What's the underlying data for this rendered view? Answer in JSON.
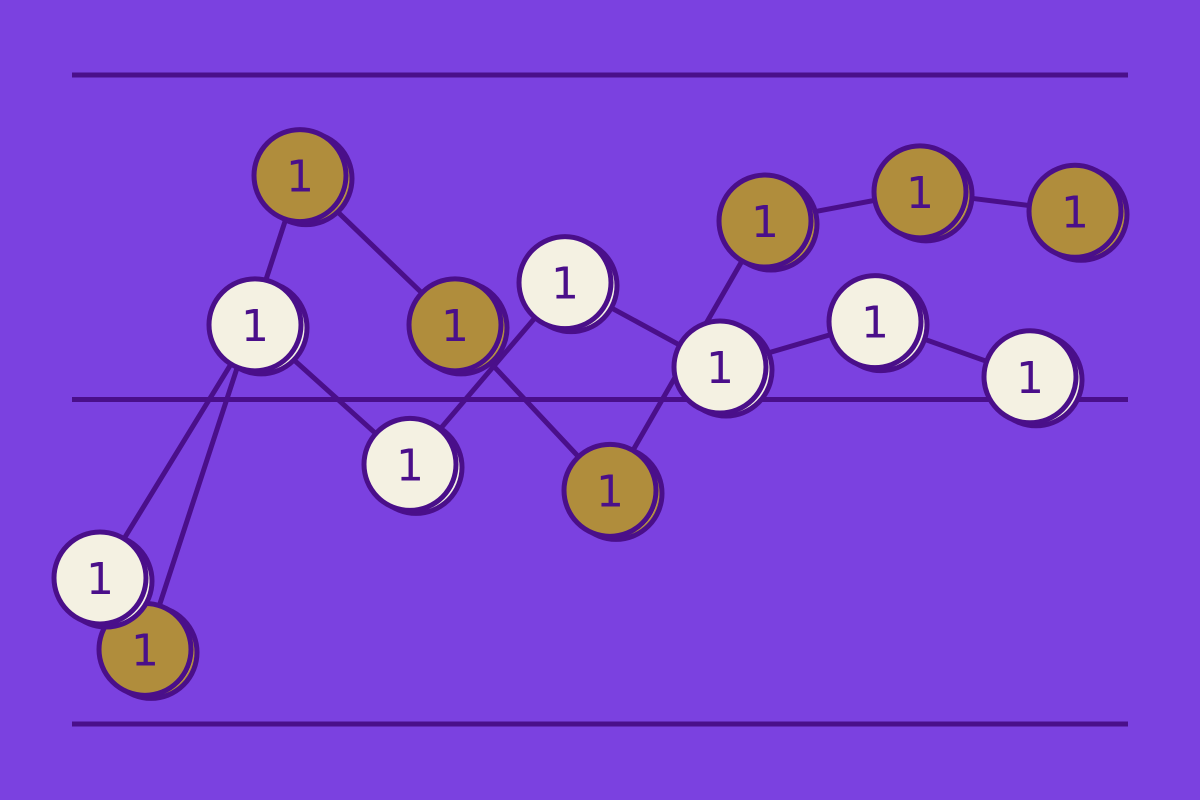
{
  "colors": {
    "background": "#7b41e0",
    "line": "#4a0f8a",
    "gold_coin": "#b08d3c",
    "gold_rim": "#d9b15a",
    "silver_coin": "#f4f1e2",
    "silver_rim": "#ffffff",
    "coin_outline": "#4a0f8a",
    "coin_text": "#4a0f8a"
  },
  "chart_data": {
    "type": "line",
    "title": "",
    "xlabel": "",
    "ylabel": "",
    "ylim": [
      0,
      2
    ],
    "gridlines": [
      0,
      1,
      2
    ],
    "grid": true,
    "legend": "none",
    "series": [
      {
        "style": "gold",
        "marker_label": "1",
        "x": [
          1,
          2,
          3,
          4,
          5,
          6,
          7
        ],
        "values": [
          0.23,
          1.69,
          1.23,
          0.72,
          1.55,
          1.64,
          1.58
        ]
      },
      {
        "style": "silver",
        "marker_label": "1",
        "x": [
          1,
          2,
          3,
          4,
          5,
          6,
          7
        ],
        "values": [
          0.45,
          1.23,
          0.8,
          1.36,
          1.1,
          1.24,
          1.07
        ]
      }
    ]
  }
}
